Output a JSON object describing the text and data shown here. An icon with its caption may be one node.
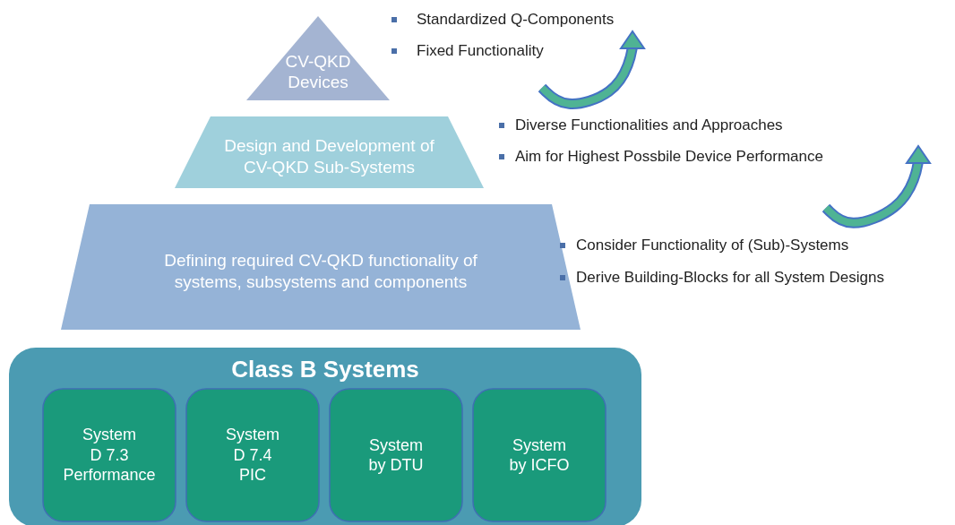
{
  "diagram": {
    "nodes": [
      {
        "text": [
          "CV-QKD Devices"
        ]
      },
      {
        "text": [
          "Design and Development of CV-QKD Sub-Systems"
        ]
      },
      {
        "text": [
          "Defining required CV-QKD functionality of systems, subsystems and components"
        ]
      },
      {
        "text": [
          "Class B Systems"
        ]
      },
      {
        "text": [
          "System",
          "D 7.3",
          "Performance"
        ],
        "in": 3
      },
      {
        "text": [
          "System",
          "D 7.4",
          "PIC"
        ],
        "in": 3
      },
      {
        "text": [
          "System",
          "by DTU"
        ],
        "in": 3
      },
      {
        "text": [
          "System",
          "by ICFO"
        ],
        "in": 3
      }
    ],
    "edges": [],
    "labels": [
      "Standardized Q-Components",
      "Fixed Functionality",
      "Diverse Functionalities and Approaches",
      "Aim for Highest Possbile Device Performance",
      "Consider Functionality of (Sub)-Systems",
      "Derive Building-Blocks for all System Designs"
    ]
  }
}
